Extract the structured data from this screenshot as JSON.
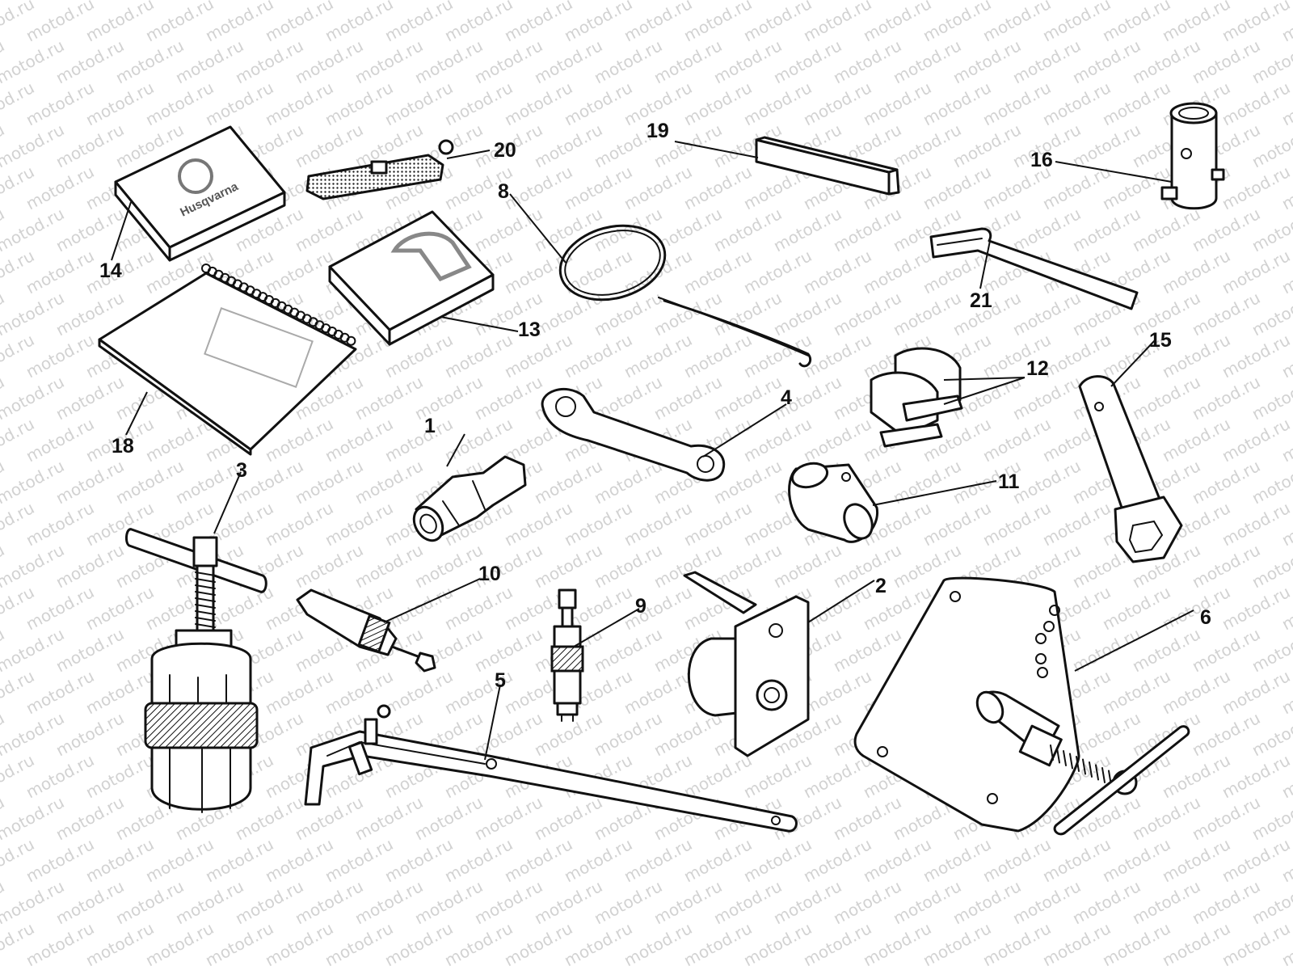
{
  "watermark": {
    "text": "motod.ru"
  },
  "callouts": [
    {
      "label": "1"
    },
    {
      "label": "2"
    },
    {
      "label": "3"
    },
    {
      "label": "4"
    },
    {
      "label": "5"
    },
    {
      "label": "6"
    },
    {
      "label": "8"
    },
    {
      "label": "9"
    },
    {
      "label": "10"
    },
    {
      "label": "11"
    },
    {
      "label": "12"
    },
    {
      "label": "13"
    },
    {
      "label": "14"
    },
    {
      "label": "15"
    },
    {
      "label": "16"
    },
    {
      "label": "18"
    },
    {
      "label": "19"
    },
    {
      "label": "20"
    },
    {
      "label": "21"
    }
  ],
  "manuals": {
    "brand": "Husqvarna"
  }
}
